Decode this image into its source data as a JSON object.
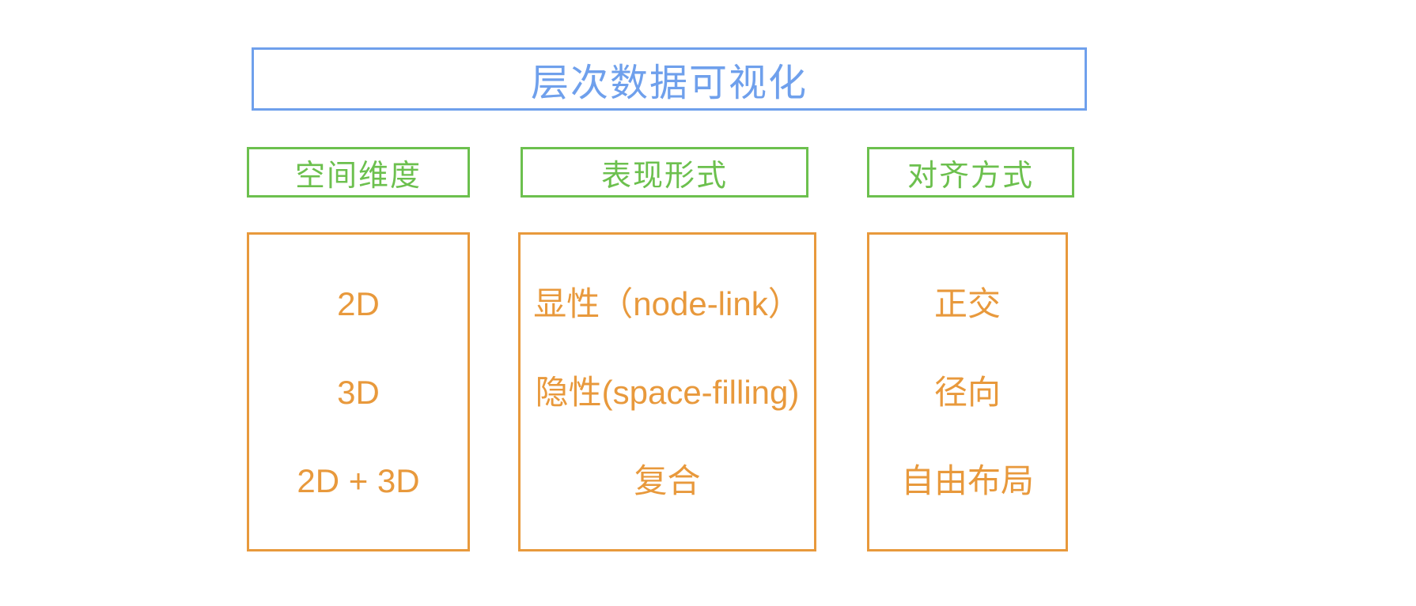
{
  "colors": {
    "blue": "#6FA0EC",
    "green": "#6CC04E",
    "orange": "#E8993C"
  },
  "title": {
    "label": "层次数据可视化"
  },
  "columns": [
    {
      "header": "空间维度",
      "items": [
        "2D",
        "3D",
        "2D + 3D"
      ]
    },
    {
      "header": "表现形式",
      "items": [
        "显性（node-link）",
        "隐性(space-filling)",
        "复合"
      ]
    },
    {
      "header": "对齐方式",
      "items": [
        "正交",
        "径向",
        "自由布局"
      ]
    }
  ]
}
